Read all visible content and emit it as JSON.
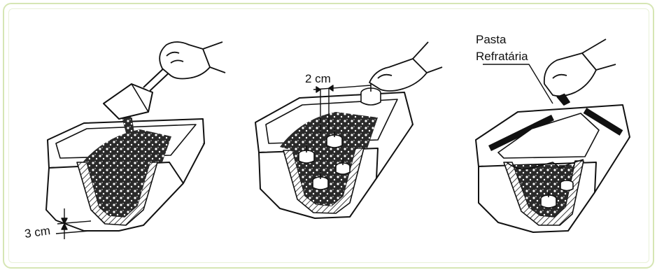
{
  "panels": [
    {
      "id": "panel-1",
      "labels": {
        "depth": "3 cm"
      }
    },
    {
      "id": "panel-2",
      "labels": {
        "spacing": "2 cm"
      }
    },
    {
      "id": "panel-3",
      "labels": {
        "paste_line1": "Pasta",
        "paste_line2": "Refratária"
      }
    }
  ],
  "colors": {
    "frame": "#d6e6b4",
    "ink": "#111111"
  }
}
